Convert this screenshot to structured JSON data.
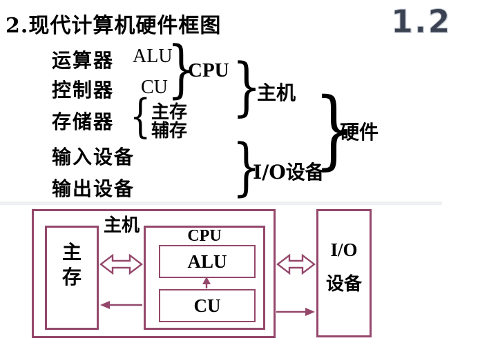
{
  "slide": {
    "title": "2.现代计算机硬件框图",
    "page_number": "1.2"
  },
  "glyphs": {
    "close_brace": "}",
    "open_brace": "{"
  },
  "tree": {
    "components": [
      "运算器",
      "控制器",
      "存储器",
      "输入设备",
      "输出设备"
    ],
    "alu": "ALU",
    "cu": "CU",
    "cpu": "CPU",
    "main_memory": "主存",
    "aux_memory": "辅存",
    "host": "主机",
    "io_devices": "I/O设备",
    "hardware": "硬件"
  },
  "diagram": {
    "host_label": "主机",
    "main_memory_char1": "主",
    "main_memory_char2": "存",
    "cpu_label": "CPU",
    "alu_label": "ALU",
    "cu_label": "CU",
    "io_line1": "I/O",
    "io_line2": "设备"
  },
  "colors": {
    "diagram_line": "#94476b",
    "page_number": "#3a4150",
    "text": "#000000"
  }
}
